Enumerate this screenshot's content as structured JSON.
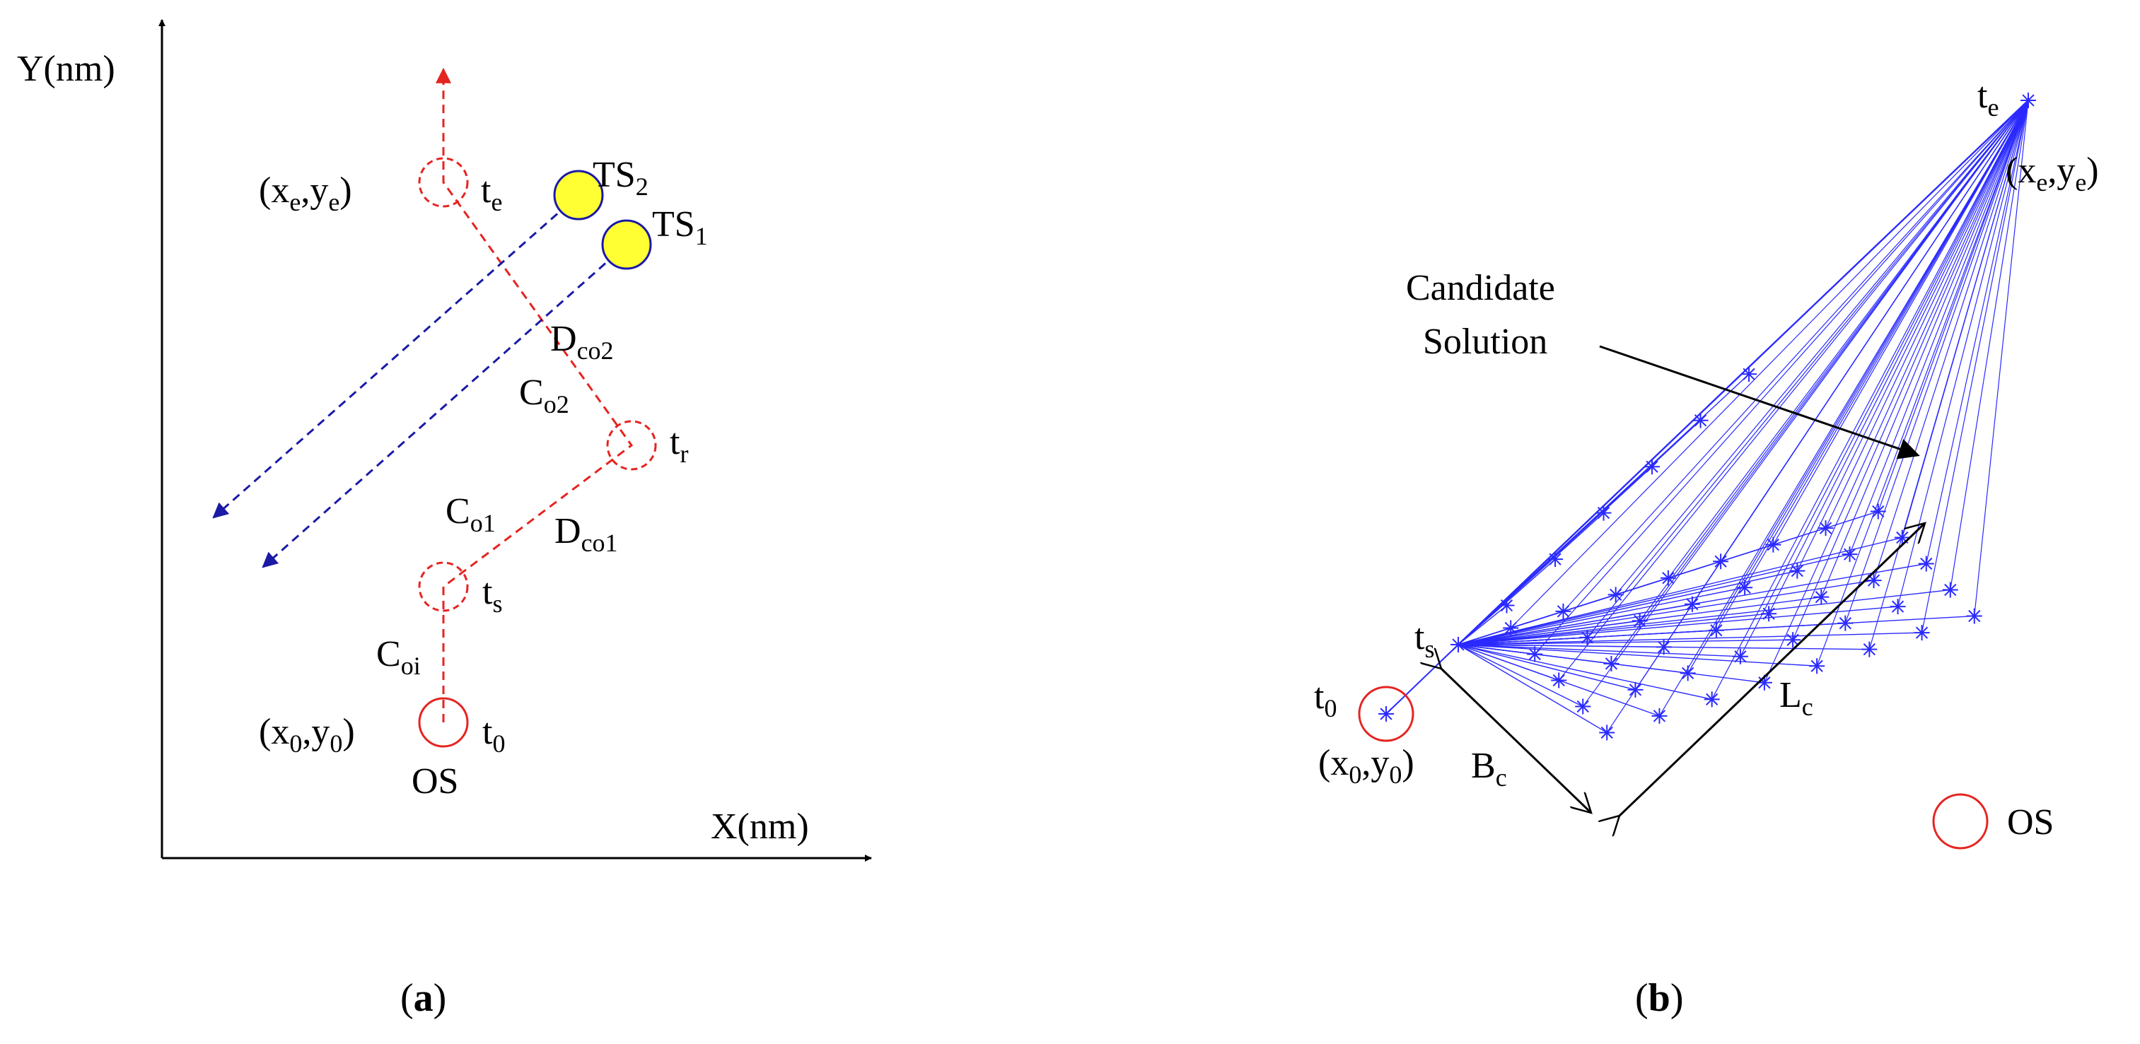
{
  "colors": {
    "ownship": "#e52421",
    "target_line": "#1a1aa6",
    "target_fill": "#ffff33",
    "candidate": "#2a2aff",
    "text": "#000000"
  },
  "panel_a": {
    "y_axis": "Y(nm)",
    "x_axis": "X(nm)",
    "points": {
      "e_coord": {
        "open": "(x",
        "sub1": "e",
        "mid": ",y",
        "sub2": "e",
        "close": ")"
      },
      "te": {
        "base": "t",
        "sub": "e"
      },
      "ts2": {
        "base": "TS",
        "sub": "2"
      },
      "ts1": {
        "base": "TS",
        "sub": "1"
      },
      "dco2": {
        "base": "D",
        "sub": "co2"
      },
      "co2": {
        "base": "C",
        "sub": "o2"
      },
      "tr": {
        "base": "t",
        "sub": "r"
      },
      "co1": {
        "base": "C",
        "sub": "o1"
      },
      "dco1": {
        "base": "D",
        "sub": "co1"
      },
      "ts": {
        "base": "t",
        "sub": "s"
      },
      "coi": {
        "base": "C",
        "sub": "oi"
      },
      "zero_coord": {
        "open": "(x",
        "sub1": "0",
        "mid": ",y",
        "sub2": "0",
        "close": ")"
      },
      "t0": {
        "base": "t",
        "sub": "0"
      },
      "os": "OS"
    },
    "caption": {
      "open": "(",
      "letter": "a",
      "close": ")"
    }
  },
  "panel_b": {
    "te": {
      "base": "t",
      "sub": "e"
    },
    "e_coord": {
      "open": "(x",
      "sub1": "e",
      "mid": ",y",
      "sub2": "e",
      "close": ")"
    },
    "candidate_line1": "Candidate",
    "candidate_line2": "Solution",
    "ts": {
      "base": "t",
      "sub": "s"
    },
    "t0": {
      "base": "t",
      "sub": "0"
    },
    "zero_coord": {
      "open": "(x",
      "sub1": "0",
      "mid": ",y",
      "sub2": "0",
      "close": ")"
    },
    "bc": {
      "base": "B",
      "sub": "c"
    },
    "lc": {
      "base": "L",
      "sub": "c"
    },
    "legend_os": "OS",
    "caption": {
      "open": "(",
      "letter": "b",
      "close": ")"
    }
  }
}
